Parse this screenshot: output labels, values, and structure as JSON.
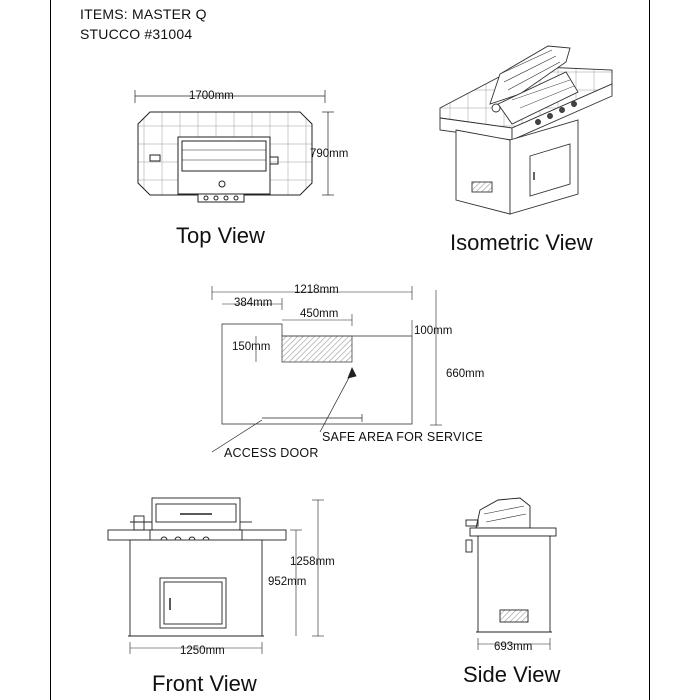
{
  "header": {
    "items_line": "ITEMS: MASTER Q",
    "model_line": "STUCCO #31004"
  },
  "top_view": {
    "title": "Top View",
    "width_dim": "1700mm",
    "depth_dim": "790mm"
  },
  "iso_view": {
    "title": "Isometric View"
  },
  "cutout_plan": {
    "overall_width": "1218mm",
    "left_offset": "384mm",
    "cutout_width": "450mm",
    "top_offset": "100mm",
    "left_depth": "150mm",
    "overall_depth": "660mm",
    "safe_area_note": "SAFE AREA FOR SERVICE",
    "access_door_note": "ACCESS DOOR"
  },
  "front_view": {
    "title": "Front View",
    "total_height": "1258mm",
    "counter_height": "952mm",
    "width_dim": "1250mm"
  },
  "side_view": {
    "title": "Side View",
    "depth_dim": "693mm"
  },
  "colors": {
    "line": "#222222",
    "grid": "#888888",
    "hatch": "#9a9a9a"
  }
}
